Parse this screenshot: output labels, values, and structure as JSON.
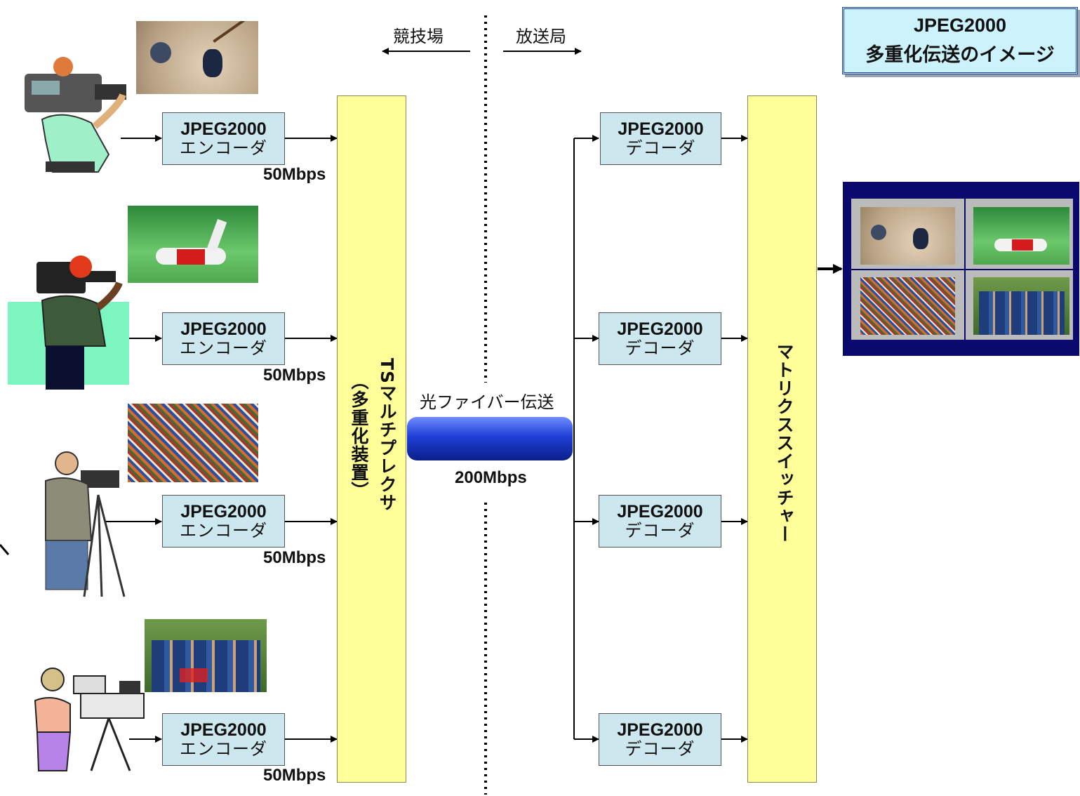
{
  "title": {
    "line1": "JPEG2000",
    "line2": "多重化伝送のイメージ"
  },
  "direction": {
    "left": "競技場",
    "right": "放送局"
  },
  "encoders": [
    {
      "line1": "JPEG2000",
      "line2": "エンコーダ",
      "rate": "50Mbps"
    },
    {
      "line1": "JPEG2000",
      "line2": "エンコーダ",
      "rate": "50Mbps"
    },
    {
      "line1": "JPEG2000",
      "line2": "エンコーダ",
      "rate": "50Mbps"
    },
    {
      "line1": "JPEG2000",
      "line2": "エンコーダ",
      "rate": "50Mbps"
    }
  ],
  "decoders": [
    {
      "line1": "JPEG2000",
      "line2": "デコーダ"
    },
    {
      "line1": "JPEG2000",
      "line2": "デコーダ"
    },
    {
      "line1": "JPEG2000",
      "line2": "デコーダ"
    },
    {
      "line1": "JPEG2000",
      "line2": "デコーダ"
    }
  ],
  "multiplexer": {
    "name": "TSマルチプレクサ",
    "sub": "（多重化装置）"
  },
  "fiber": {
    "label": "光ファイバー伝送",
    "rate": "200Mbps"
  },
  "matrix_switcher": {
    "name": "マトリクススイッチャー"
  },
  "colors": {
    "box_fill": "#cce8ee",
    "yellow": "#ffff99",
    "cable_blue": "#1f3fcc",
    "monitor_frame": "#0a0a6e"
  },
  "icons": [
    "camera-operator-icon",
    "baseball-photo-icon",
    "crowd-photo-icon",
    "team-huddle-photo-icon",
    "arrow-icon"
  ]
}
